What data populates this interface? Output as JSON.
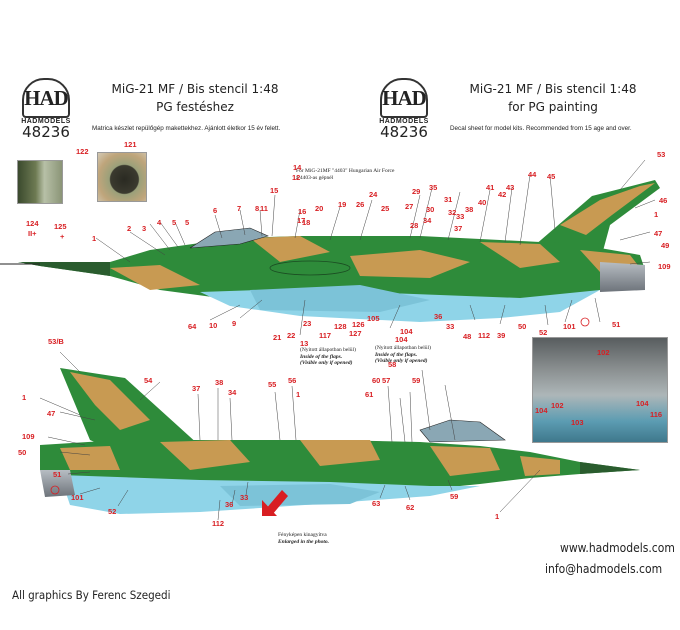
{
  "logo": {
    "mark": "HAD",
    "brand": "HADMODELS",
    "code": "48236"
  },
  "left_header": {
    "title1": "MiG-21 MF / Bis stencil  1:48",
    "title2": "PG festéshez",
    "desc": "Matrica készlet repülőgép makettekhez. Ajánlott életkor 15 év felett."
  },
  "right_header": {
    "title1": "MiG-21 MF / Bis stencil  1:48",
    "title2": "for PG painting",
    "desc": "Decal sheet for model kits. Recommended from 15 age and over."
  },
  "note_top": {
    "line1": "For  MiG-21MF \"4403\" Hungarian Air Force",
    "line2": "a 4403-as gépnél"
  },
  "flaps_left": {
    "num": "13",
    "l1": "(Nyitott állapotban belül)",
    "l2": "Inside of the flaps.",
    "l3": "(Visible only if opened)"
  },
  "flaps_right": {
    "num": "104",
    "l1": "(Nyitott állapotban belül)",
    "l2": "Inside of the flaps.",
    "l3": "(Visible only if opened)"
  },
  "photo_note": {
    "l1": "Fényképen kinagyítva",
    "l2": "Enlarged in the photo."
  },
  "footer": {
    "credit": "All graphics By Ferenc Szegedi",
    "web": "www.hadmodels.com",
    "email": "info@hadmodels.com"
  },
  "colors": {
    "green": "#2e8b3a",
    "tan": "#c89a52",
    "light_blue": "#8fd4e8",
    "accent": "#d81e22"
  },
  "thumb_labels": {
    "a": "122",
    "b": "121",
    "c": "124",
    "c2": "II+",
    "d": "125",
    "d2": "+"
  },
  "labels_top": [
    "14",
    "12",
    "15",
    "6",
    "7",
    "8",
    "11",
    "16",
    "17",
    "18",
    "20",
    "19",
    "3",
    "4",
    "5",
    "5",
    "2",
    "1",
    "24",
    "25",
    "26",
    "27",
    "28",
    "29",
    "35",
    "31",
    "32",
    "33",
    "30",
    "34",
    "37",
    "38",
    "40",
    "41",
    "42",
    "43",
    "44",
    "45",
    "53",
    "46",
    "1",
    "47",
    "49",
    "109",
    "64",
    "10",
    "9",
    "21",
    "22",
    "23",
    "117",
    "128",
    "127",
    "126",
    "105",
    "36",
    "33",
    "104",
    "48",
    "112",
    "39",
    "50",
    "52",
    "101",
    "51"
  ],
  "labels_bottom": [
    "53/B",
    "1",
    "47",
    "109",
    "50",
    "51",
    "101",
    "52",
    "54",
    "37",
    "38",
    "34",
    "55",
    "56",
    "1",
    "57",
    "60",
    "61",
    "58",
    "59",
    "36",
    "33",
    "112",
    "63",
    "62",
    "59",
    "1"
  ],
  "photo_labels": [
    "102",
    "104",
    "102",
    "103",
    "104",
    "116"
  ]
}
